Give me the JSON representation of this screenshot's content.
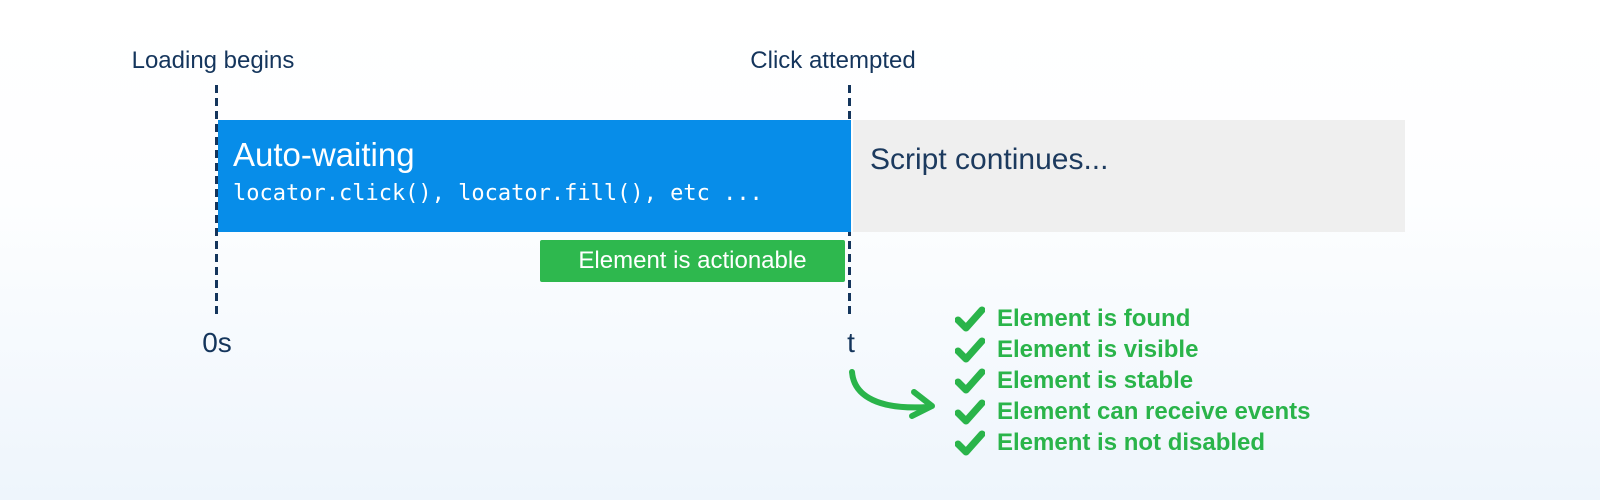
{
  "colors": {
    "background_top": "#ffffff",
    "background_bottom": "#eef5fc",
    "navy_text": "#14355c",
    "auto_waiting_bar": "#078de9",
    "script_bar": "#efefef",
    "badge_green": "#2eb84e",
    "checklist_green": "#2ab44a",
    "bar_text_white": "#ffffff"
  },
  "timeline": {
    "start_marker": {
      "label": "Loading begins",
      "time_label": "0s"
    },
    "end_marker": {
      "label": "Click attempted",
      "time_label": "t"
    }
  },
  "bars": {
    "auto_waiting": {
      "title": "Auto-waiting",
      "code": "locator.click(), locator.fill(), etc ..."
    },
    "script_continues": {
      "title": "Script continues..."
    }
  },
  "badge": {
    "label": "Element is actionable"
  },
  "checklist": {
    "items": [
      {
        "label": "Element is found"
      },
      {
        "label": "Element is visible"
      },
      {
        "label": "Element is stable"
      },
      {
        "label": "Element can receive events"
      },
      {
        "label": "Element is not disabled"
      }
    ]
  },
  "icons": {
    "checkmark": "✓",
    "curved_arrow": "curved-right-arrow"
  }
}
